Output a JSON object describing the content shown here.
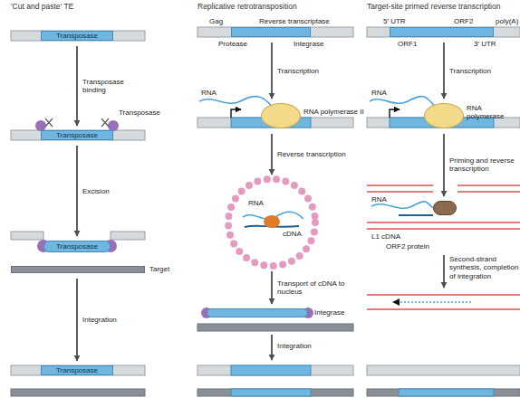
{
  "diagram": {
    "nodes": [
      {
        "text": [
          "Transposase"
        ]
      },
      {
        "text": [
          "Transposase"
        ]
      },
      {
        "text": [
          "Transposase"
        ]
      },
      {
        "text": [
          "Target"
        ]
      },
      {
        "text": [
          "Transposase"
        ]
      },
      {
        "text": [
          "Gag",
          "Reverse transcriptase",
          "Protease",
          "Integrase"
        ]
      },
      {
        "text": [
          "RNA polymerase II"
        ]
      },
      {
        "text": [
          "RNA",
          "cDNA"
        ]
      },
      {
        "text": [
          "Integrase"
        ]
      },
      {
        "text": [
          "5′ UTR",
          "ORF2",
          "poly(A)",
          "ORF1",
          "3′ UTR"
        ]
      },
      {
        "text": [
          "RNA polymerase"
        ]
      },
      {
        "text": [
          "ORF2 protein"
        ]
      }
    ],
    "edges": [
      {
        "from": 0,
        "to": 1,
        "arrow": "to",
        "label": "Transposase binding"
      },
      {
        "from": 1,
        "to": 2,
        "arrow": "to",
        "label": "Excision"
      },
      {
        "from": 3,
        "to": 4,
        "arrow": "to",
        "label": "Integration"
      },
      {
        "from": 5,
        "to": 6,
        "arrow": "to",
        "label": "Transcription"
      },
      {
        "from": 6,
        "to": 7,
        "arrow": "to",
        "label": "Reverse transcription"
      },
      {
        "from": 7,
        "to": 8,
        "arrow": "to",
        "label": "Transport of cDNA to nucleus"
      },
      {
        "from": 9,
        "to": 10,
        "arrow": "to",
        "label": "Transcription"
      },
      {
        "from": 10,
        "to": 11,
        "arrow": "to",
        "label": "Priming and reverse transcription"
      }
    ],
    "labels": [
      "'Cut and paste' TE",
      "Replicative retrotransposition",
      "Target-site primed reverse transcription",
      "Transposase",
      "RNA",
      "Integration",
      "RNA",
      "RNA",
      "L1 cDNA",
      "Second-strand synthesis, completion of integration"
    ]
  }
}
